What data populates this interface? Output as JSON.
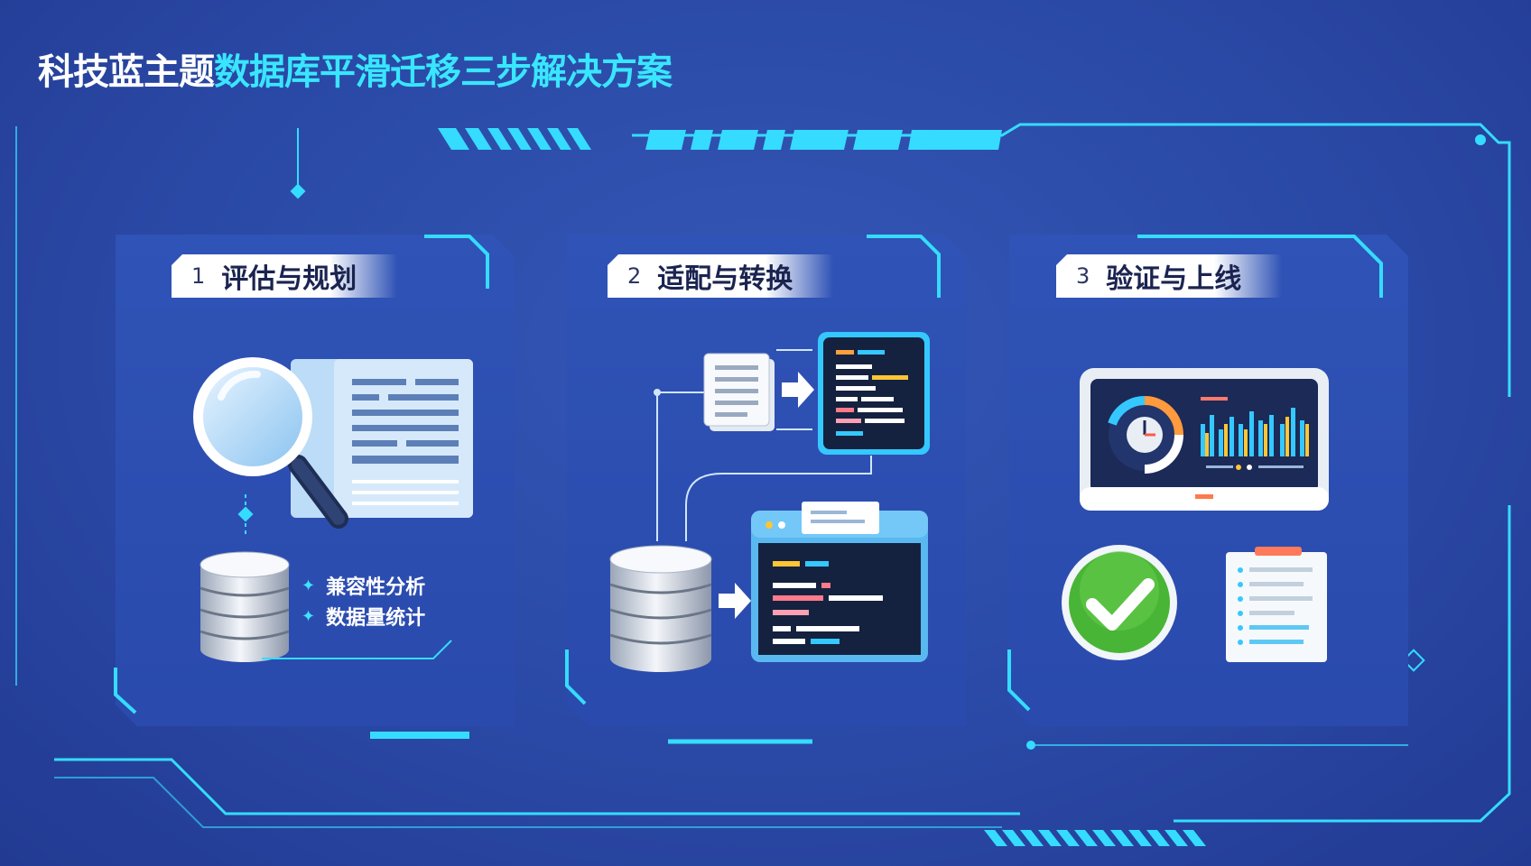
{
  "title": {
    "lead": "科技蓝主题",
    "rest": "数据库平滑迁移三步解决方案"
  },
  "steps": [
    {
      "number": "1",
      "label": "评估与规划",
      "bullets": [
        "兼容性分析",
        "数据量统计"
      ]
    },
    {
      "number": "2",
      "label": "适配与转换"
    },
    {
      "number": "3",
      "label": "验证与上线"
    }
  ],
  "colors": {
    "background": "#2a49a6",
    "accent_cyan": "#39e6ff",
    "tab_text": "#1b2450",
    "success_green": "#49b536"
  },
  "icons": [
    "magnifier-icon",
    "document-icon",
    "database-icon",
    "arrow-right-icon",
    "code-window-icon",
    "monitor-dashboard-icon",
    "gauge-icon",
    "bar-chart-icon",
    "checkmark-icon",
    "checklist-icon"
  ]
}
